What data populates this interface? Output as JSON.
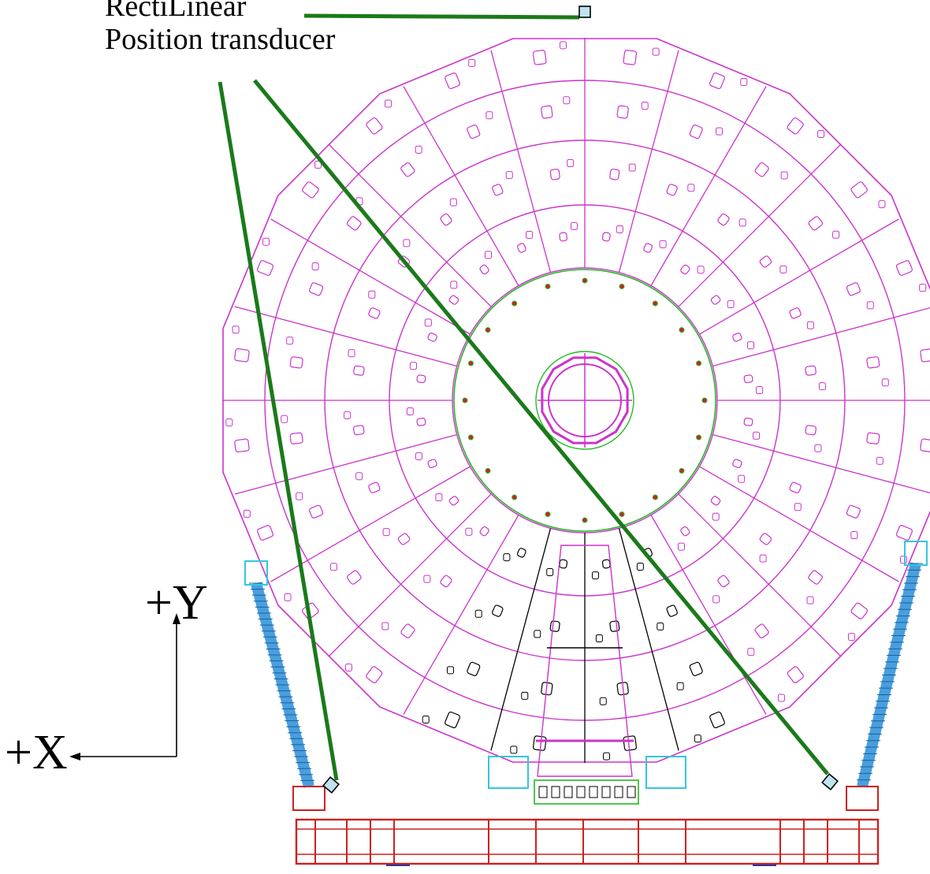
{
  "labels": {
    "line1": "RectiLinear",
    "line2": "Position transducer"
  },
  "axes": {
    "y_label": "+Y",
    "x_label": "+X"
  },
  "colors": {
    "detector": "#cc33cc",
    "inner_ring": "#22bb22",
    "transducer_line": "#1a7a1a",
    "base_frame": "#cc2222",
    "support_legs": "#2a8fd6",
    "cradle": "#33c6e0",
    "sensor_box": "#bfe3ee",
    "lower_structure": "#000000"
  },
  "icons": {
    "sensor": "square-sensor-icon",
    "arrow": "arrow-icon"
  }
}
